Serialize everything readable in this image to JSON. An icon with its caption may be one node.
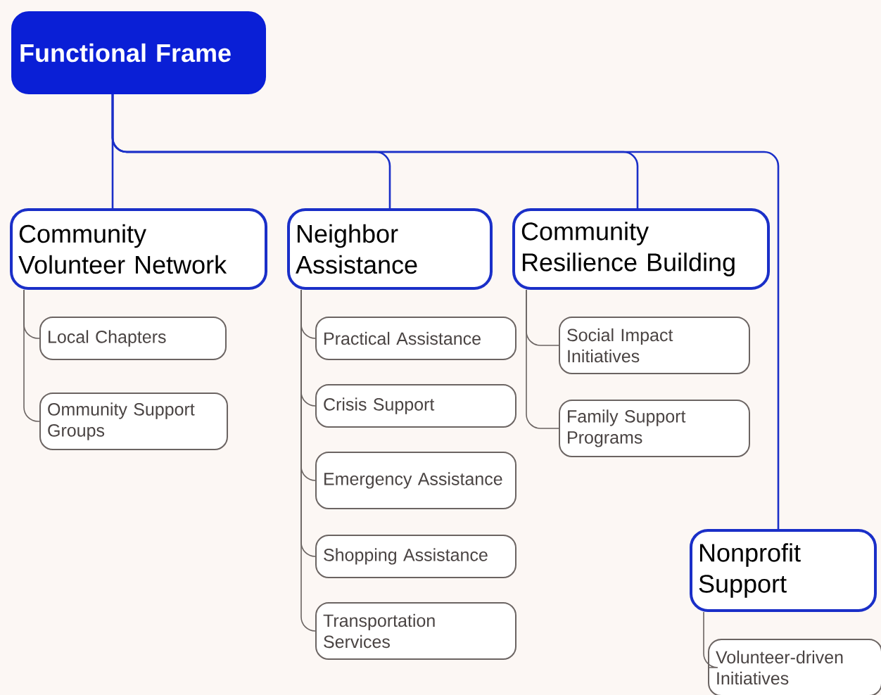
{
  "diagram": {
    "nodes": [
      {
        "text": [
          "Functional Frame"
        ]
      },
      {
        "text": [
          "Community Volunteer Network"
        ]
      },
      {
        "text": [
          "Neighbor Assistance"
        ]
      },
      {
        "text": [
          "Community Resilience Building"
        ]
      },
      {
        "text": [
          "Nonprofit Support"
        ]
      },
      {
        "text": [
          "Local Chapters"
        ]
      },
      {
        "text": [
          "Ommunity Support Groups"
        ]
      },
      {
        "text": [
          "Practical Assistance"
        ]
      },
      {
        "text": [
          "Crisis Support"
        ]
      },
      {
        "text": [
          "Emergency Assistance"
        ]
      },
      {
        "text": [
          "Shopping Assistance"
        ]
      },
      {
        "text": [
          "Transportation Services"
        ]
      },
      {
        "text": [
          "Social Impact Initiatives"
        ]
      },
      {
        "text": [
          "Family Support Programs"
        ]
      },
      {
        "text": [
          "Volunteer-driven Initiatives"
        ]
      }
    ],
    "edges": [
      {
        "from": 0,
        "to": 1,
        "arrow": "none",
        "color": "#1a2fc8"
      },
      {
        "from": 0,
        "to": 2,
        "arrow": "none",
        "color": "#1a2fc8"
      },
      {
        "from": 0,
        "to": 3,
        "arrow": "none",
        "color": "#1a2fc8"
      },
      {
        "from": 0,
        "to": 4,
        "arrow": "none",
        "color": "#1a2fc8"
      },
      {
        "from": 1,
        "to": 5,
        "arrow": "none"
      },
      {
        "from": 1,
        "to": 6,
        "arrow": "none"
      },
      {
        "from": 2,
        "to": 7,
        "arrow": "none"
      },
      {
        "from": 2,
        "to": 8,
        "arrow": "none"
      },
      {
        "from": 2,
        "to": 9,
        "arrow": "none"
      },
      {
        "from": 2,
        "to": 10,
        "arrow": "none"
      },
      {
        "from": 2,
        "to": 11,
        "arrow": "none"
      },
      {
        "from": 3,
        "to": 12,
        "arrow": "none"
      },
      {
        "from": 3,
        "to": 13,
        "arrow": "none"
      },
      {
        "from": 4,
        "to": 14,
        "arrow": "none"
      }
    ]
  }
}
